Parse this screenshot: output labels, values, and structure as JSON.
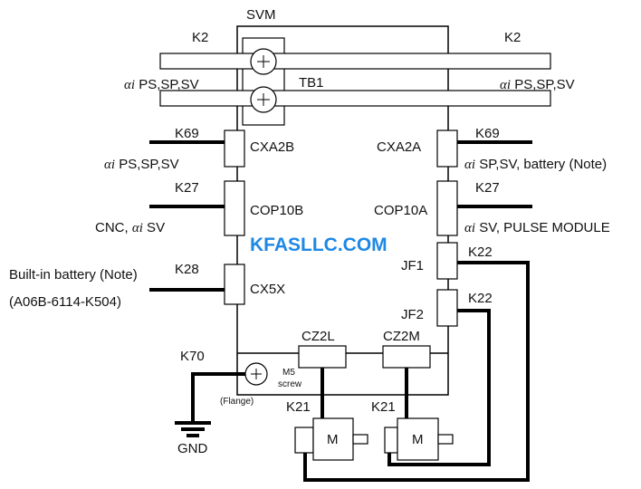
{
  "diagram": {
    "title": "SVM",
    "watermark": "KFASLLC.COM",
    "ground_label": "GND",
    "flange_label": "(Flange)",
    "screw_label_1": "M5",
    "screw_label_2": "screw",
    "terminal_block": "TB1",
    "motor_label": "M",
    "left": {
      "k2": "K2",
      "k2_desc_prefix": "αi",
      "k2_desc": " PS,SP,SV",
      "k69": "K69",
      "k69_desc_prefix": "αi",
      "k69_desc": " PS,SP,SV",
      "k27": "K27",
      "k27_desc_a": "CNC, ",
      "k27_desc_prefix": "αi",
      "k27_desc_b": " SV",
      "k28": "K28",
      "k28_desc_1": "Built-in battery (Note)",
      "k28_desc_2": "(A06B-6114-K504)",
      "k70": "K70"
    },
    "right": {
      "k2": "K2",
      "k2_desc_prefix": "αi",
      "k2_desc": " PS,SP,SV",
      "k69": "K69",
      "k69_desc_prefix": "αi",
      "k69_desc": " SP,SV, battery (Note)",
      "k27": "K27",
      "k27_desc_prefix": "αi",
      "k27_desc": " SV, PULSE MODULE",
      "k22_a": "K22",
      "k22_b": "K22"
    },
    "connectors": {
      "cxa2b": "CXA2B",
      "cop10b": "COP10B",
      "cx5x": "CX5X",
      "cxa2a": "CXA2A",
      "cop10a": "COP10A",
      "jf1": "JF1",
      "jf2": "JF2",
      "cz2l": "CZ2L",
      "cz2m": "CZ2M"
    },
    "bottom": {
      "k21_a": "K21",
      "k21_b": "K21"
    },
    "colors": {
      "line": "#000000",
      "watermark": "#1e88e5"
    }
  }
}
